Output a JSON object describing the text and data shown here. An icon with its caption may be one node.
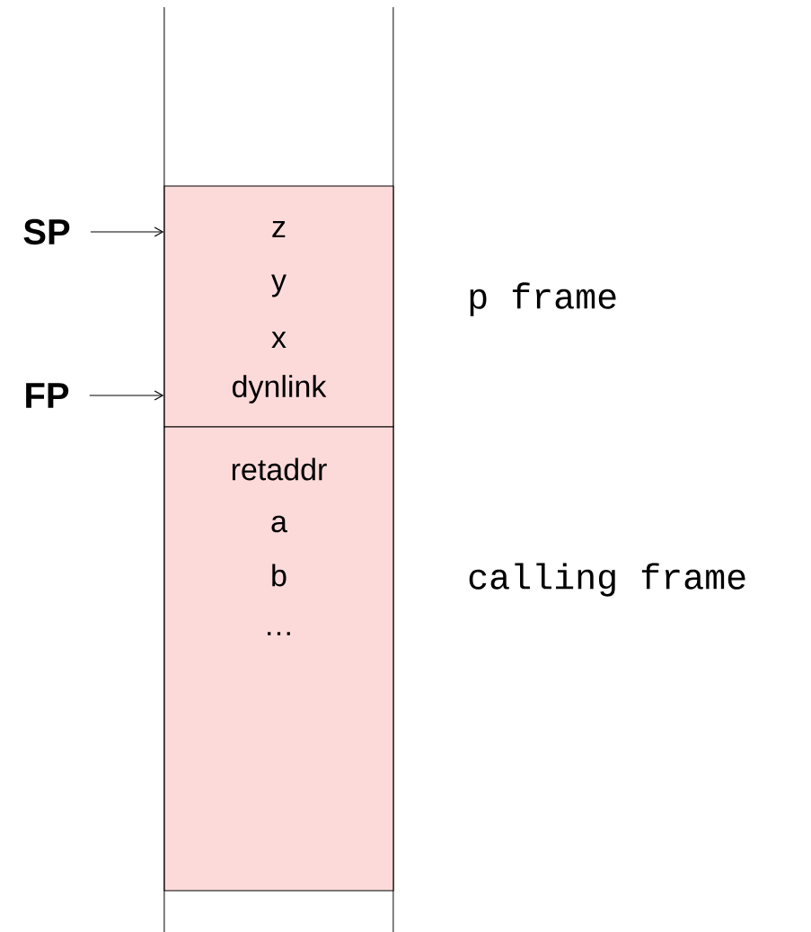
{
  "diagram": {
    "nodes": [
      {
        "text": [
          "z",
          "y",
          "x",
          "dynlink"
        ],
        "beside": [
          "p frame"
        ]
      },
      {
        "text": [
          "retaddr",
          "a",
          "b",
          "…"
        ],
        "beside": [
          "calling frame"
        ]
      },
      {
        "text": [
          "SP"
        ]
      },
      {
        "text": [
          "FP"
        ]
      }
    ],
    "edges": [
      {
        "from": 2,
        "to": 0,
        "arrow": "to"
      },
      {
        "from": 3,
        "to": 0,
        "arrow": "to"
      }
    ]
  }
}
